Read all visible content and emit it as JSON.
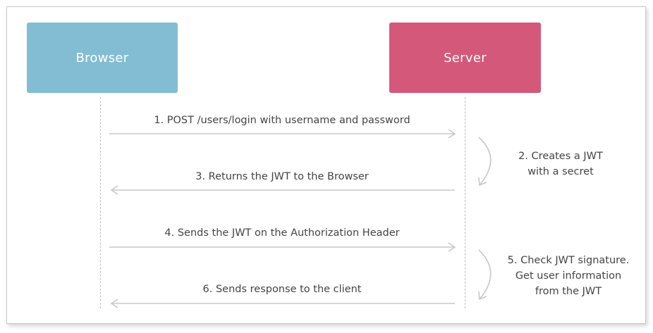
{
  "actors": {
    "browser": "Browser",
    "server": "Server"
  },
  "messages": [
    "1. POST /users/login with username and password",
    "3. Returns the JWT to the Browser",
    "4. Sends the JWT on the Authorization Header",
    "6. Sends response to the client"
  ],
  "notes": {
    "step2": [
      "2. Creates a JWT",
      "with a secret"
    ],
    "step5": [
      "5. Check JWT signature.",
      "Get user information",
      "from the JWT"
    ]
  },
  "colors": {
    "browser": "#83bdd3",
    "server": "#d4587a",
    "line": "#c8c8c8",
    "text": "#444444"
  }
}
